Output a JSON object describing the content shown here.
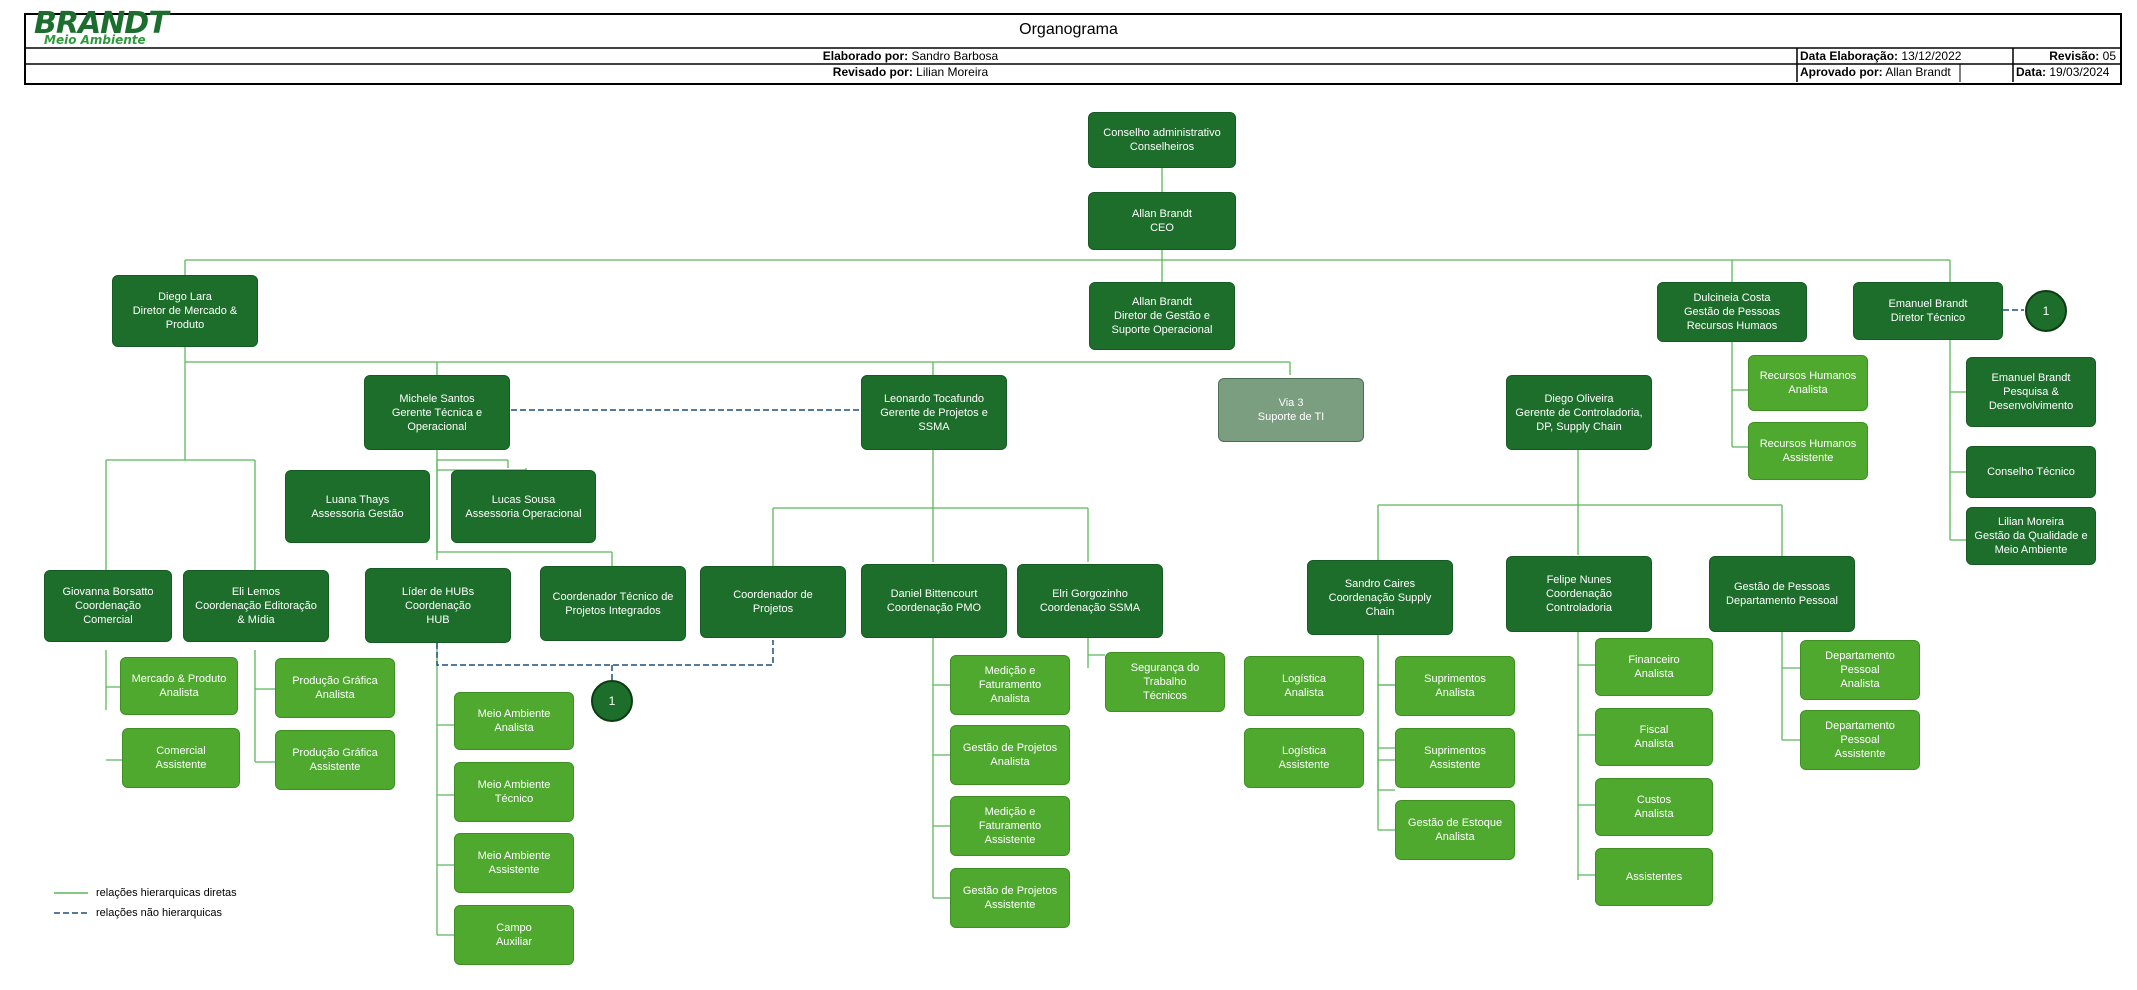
{
  "header": {
    "logo_brand": "BRANDT",
    "logo_sub": "Meio Ambiente",
    "title": "Organograma",
    "elaborado_label": "Elaborado por:",
    "elaborado_value": "Sandro Barbosa",
    "revisado_label": "Revisado por:",
    "revisado_value": "Lilian Moreira",
    "data_elab_label": "Data Elaboração:",
    "data_elab_value": "13/12/2022",
    "aprovado_label": "Aprovado por:",
    "aprovado_value": "Allan Brandt",
    "revisao_label": "Revisão:",
    "revisao_value": "05",
    "data_label": "Data:",
    "data_value": "19/03/2024"
  },
  "nodes": {
    "conselho": [
      "Conselho administrativo",
      "Conselheiros"
    ],
    "ceo": [
      "Allan Brandt",
      "CEO"
    ],
    "diego_lara": [
      "Diego Lara",
      "Diretor de Mercado &",
      "Produto"
    ],
    "allan_dir": [
      "Allan Brandt",
      "Diretor de Gestão e",
      "Suporte Operacional"
    ],
    "dulcineia": [
      "Dulcineia Costa",
      "Gestão de Pessoas",
      "Recursos Humaos"
    ],
    "emanuel_dir": [
      "Emanuel Brandt",
      "Diretor Técnico"
    ],
    "rh_analista": [
      "Recursos Humanos",
      "Analista"
    ],
    "rh_assistente": [
      "Recursos Humanos",
      "Assistente"
    ],
    "emanuel_pesq": [
      "Emanuel Brandt",
      "Pesquisa &",
      "Desenvolvimento"
    ],
    "conselho_tec": [
      "Conselho Técnico"
    ],
    "lilian": [
      "Lilian Moreira",
      "Gestão da Qualidade e",
      "Meio Ambiente"
    ],
    "michele": [
      "Michele Santos",
      "Gerente Técnica e",
      "Operacional"
    ],
    "leonardo": [
      "Leonardo Tocafundo",
      "Gerente de Projetos e",
      "SSMA"
    ],
    "via3": [
      "Via 3",
      "Suporte de TI"
    ],
    "diego_oliveira": [
      "Diego Oliveira",
      "Gerente de Controladoria,",
      "DP, Supply Chain"
    ],
    "luana": [
      "Luana Thays",
      "Assessoria Gestão"
    ],
    "lucas": [
      "Lucas Sousa",
      "Assessoria Operacional"
    ],
    "giovanna": [
      "Giovanna Borsatto",
      "Coordenação",
      "Comercial"
    ],
    "eli": [
      "Eli Lemos",
      "Coordenação Editoração",
      "& Mídia"
    ],
    "lider_hubs": [
      "Líder de HUBs",
      "Coordenação",
      "HUB"
    ],
    "coord_tec": [
      "Coordenador Técnico de",
      "Projetos Integrados"
    ],
    "coord_proj": [
      "Coordenador de",
      "Projetos"
    ],
    "daniel": [
      "Daniel Bittencourt",
      "Coordenação PMO"
    ],
    "elri": [
      "Elri Gorgozinho",
      "Coordenação SSMA"
    ],
    "sandro": [
      "Sandro Caires",
      "Coordenação Supply",
      "Chain"
    ],
    "felipe": [
      "Felipe Nunes",
      "Coordenação",
      "Controladoria"
    ],
    "gestao_dp": [
      "Gestão de Pessoas",
      "Departamento Pessoal"
    ],
    "mercado_analista": [
      "Mercado & Produto",
      "Analista"
    ],
    "comercial_assist": [
      "Comercial",
      "Assistente"
    ],
    "prod_graf_analista": [
      "Produção Gráfica",
      "Analista"
    ],
    "prod_graf_assist": [
      "Produção Gráfica",
      "Assistente"
    ],
    "ma_analista": [
      "Meio Ambiente",
      "Analista"
    ],
    "ma_tecnico": [
      "Meio Ambiente",
      "Técnico"
    ],
    "ma_assist": [
      "Meio Ambiente",
      "Assistente"
    ],
    "campo": [
      "Campo",
      "Auxiliar"
    ],
    "med_fat_analista": [
      "Medição e",
      "Faturamento",
      "Analista"
    ],
    "gp_analista": [
      "Gestão de Projetos",
      "Analista"
    ],
    "med_fat_assist": [
      "Medição e",
      "Faturamento",
      "Assistente"
    ],
    "gp_assist": [
      "Gestão de Projetos",
      "Assistente"
    ],
    "seg_trab": [
      "Segurança do",
      "Trabalho",
      "Técnicos"
    ],
    "log_analista": [
      "Logística",
      "Analista"
    ],
    "log_assist": [
      "Logística",
      "Assistente"
    ],
    "sup_analista": [
      "Suprimentos",
      "Analista"
    ],
    "sup_assist": [
      "Suprimentos",
      "Assistente"
    ],
    "estoque": [
      "Gestão de Estoque",
      "Analista"
    ],
    "fin_analista": [
      "Financeiro",
      "Analista"
    ],
    "fiscal": [
      "Fiscal",
      "Analista"
    ],
    "custos": [
      "Custos",
      "Analista"
    ],
    "assistentes": [
      "Assistentes"
    ],
    "dp_analista": [
      "Departamento",
      "Pessoal",
      "Analista"
    ],
    "dp_assist": [
      "Departamento",
      "Pessoal",
      "Assistente"
    ]
  },
  "connectors": {
    "circle_1": "1",
    "circle_2": "1"
  },
  "legend": {
    "direct": "relações hierarquicas diretas",
    "indirect": "relações não hierarquicas",
    "direct_color": "#5cb85c",
    "indirect_color": "#1f4e79"
  }
}
